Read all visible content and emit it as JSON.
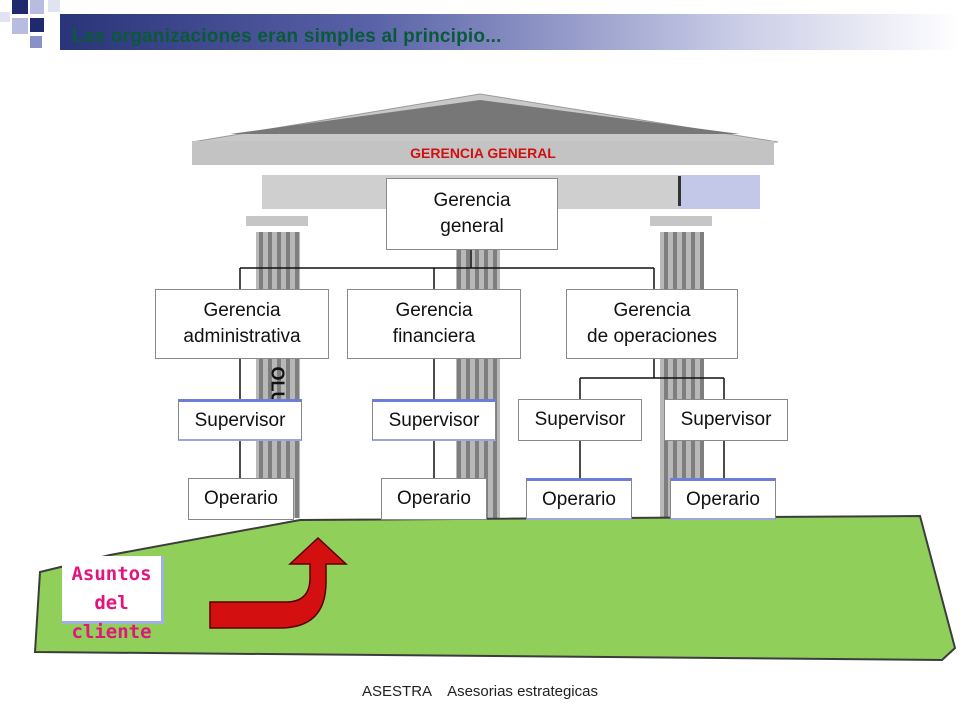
{
  "header": {
    "title": "Las organizaciones eran simples al principio..."
  },
  "temple": {
    "label": "GERENCIA GENERAL",
    "column_fragment": "OLU"
  },
  "org": {
    "root": {
      "line1": "Gerencia",
      "line2": "general"
    },
    "managers": [
      {
        "line1": "Gerencia",
        "line2": "administrativa"
      },
      {
        "line1": "Gerencia",
        "line2": "financiera"
      },
      {
        "line1": "Gerencia",
        "line2": "de operaciones"
      }
    ],
    "supervisors": [
      "Supervisor",
      "Supervisor",
      "Supervisor",
      "Supervisor"
    ],
    "operators": [
      "Operario",
      "Operario",
      "Operario",
      "Operario"
    ]
  },
  "client": {
    "line1": "Asuntos",
    "line2": "del cliente"
  },
  "footer": {
    "text": "ASESTRA    Asesorias estrategicas"
  },
  "colors": {
    "title": "#0a5a3a",
    "ground": "#8fcf5a",
    "arrow": "#d40f0f",
    "client_text": "#e4147f",
    "pediment_label": "#d01010",
    "accent_blue": "#6d7ed8"
  }
}
